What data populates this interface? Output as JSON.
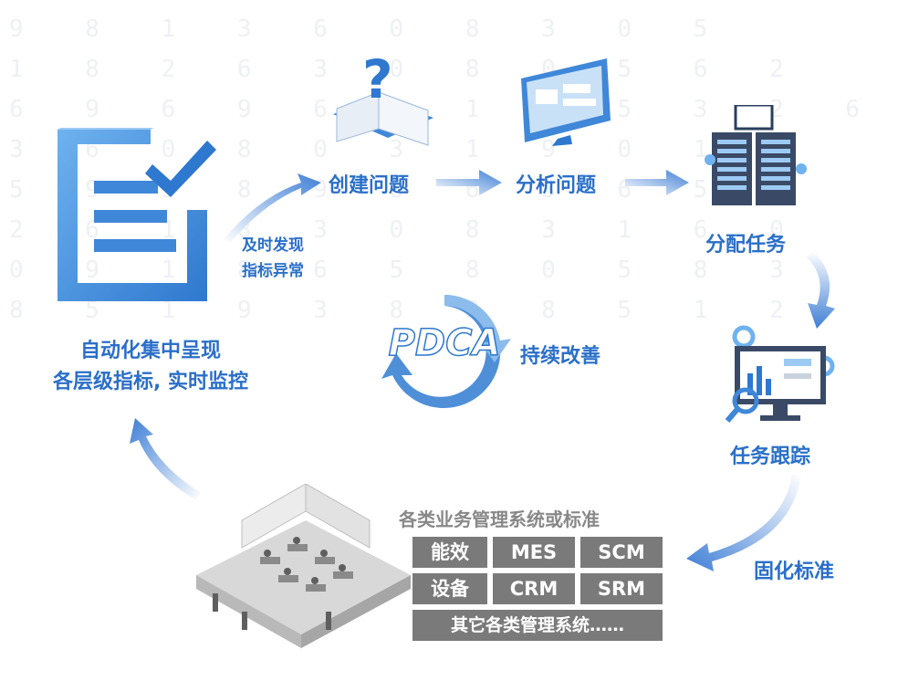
{
  "background_digits": "9 8 1 3 6 0 8 3 0 5\n1 8 2 6 3 0 8 0 5 6 2\n6 9 6 9 6 5 1 3 5 3 2 6\n3 6 0 8 0 3 1 9 0 1 3\n5 9 5 8 9 8 6 3 6 5 5\n2 6 1 8 3 0 8 3 1 6 0\n0 9 1 8 6 5 8 0 5 8 3\n8 5 1 9 3 8 2 8 5 1 2",
  "nodes": {
    "automation": {
      "line1": "自动化集中呈现",
      "line2": "各层级指标, 实时监控"
    },
    "discover": {
      "line1": "及时发现",
      "line2": "指标异常"
    },
    "create_issue": "创建问题",
    "analyze_issue": "分析问题",
    "assign_task": "分配任务",
    "track_task": "任务跟踪",
    "standardize": "固化标准",
    "pdca_logo": "PDCA",
    "continuous_improvement": "持续改善"
  },
  "systems": {
    "title": "各类业务管理系统或标准",
    "row1": [
      "能效",
      "MES",
      "SCM"
    ],
    "row2": [
      "设备",
      "CRM",
      "SRM"
    ],
    "row3": "其它各类管理系统……"
  },
  "colors": {
    "accent": "#2a6fc9",
    "arrow": "#3f7fd6",
    "cell_gray": "#7a7a7a"
  }
}
